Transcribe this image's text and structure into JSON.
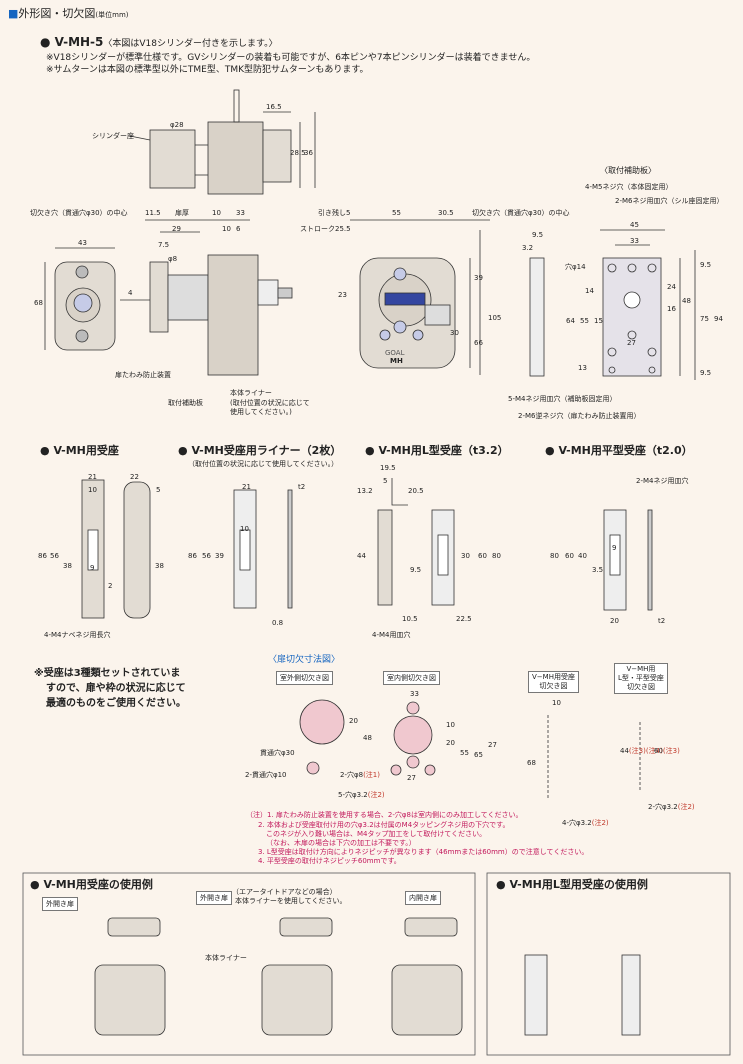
{
  "header": {
    "marker": "■",
    "title": "外形図・切欠図",
    "unit": "(単位mm)"
  },
  "main": {
    "bullet": "●",
    "model": "V-MH-5",
    "model_note": "〈本図はV18シリンダー付きを示します。〉",
    "notes": [
      "※V18シリンダーが標準仕様です。GVシリンダーの装着も可能ですが、6本ピンや7本ピンシリンダーは装着できません。",
      "※サムターンは本図の標準型以外にTME型、TMK型防犯サムターンもあります。"
    ]
  },
  "top_drawing": {
    "cylinder_seat": "シリンダー座",
    "dia28": "φ28",
    "d16_5": "16.5",
    "d28_5": "28.5",
    "d36": "36",
    "cut_hole_left": "切欠き穴（貫通穴φ30）の中心",
    "d11_5": "11.5",
    "door_thick": "扉厚",
    "d10": "10",
    "d33": "33",
    "d43": "43",
    "d68": "68",
    "d29": "29",
    "d10b": "10",
    "d6": "6",
    "d7_5": "7.5",
    "dia8": "φ8",
    "d4": "4",
    "anti_sag": "扉たわみ防止装置",
    "mount_plate": "取付補助板",
    "liner": "本体ライナー",
    "liner_note1": "(取付位置の状況に応じて",
    "liner_note2": "使用してください。)"
  },
  "front_drawing": {
    "pull_allow": "引き残し5",
    "stroke": "ストローク25.5",
    "d55": "55",
    "d30_5": "30.5",
    "cut_hole_right": "切欠き穴（貫通穴φ30）の中心",
    "d23": "23",
    "d39": "39",
    "d105": "105",
    "d30": "30",
    "d66": "66",
    "brand": "GOAL",
    "mh": "MH"
  },
  "plate": {
    "title": "〈取付補助板〉",
    "m5": "4-M5ネジ穴（本体固定用）",
    "m6": "2-M6ネジ用皿穴（シル座固定用）",
    "d45": "45",
    "d33": "33",
    "d9_5": "9.5",
    "d3_2": "3.2",
    "hole14": "穴φ14",
    "d14": "14",
    "d64": "64",
    "d55": "55",
    "d15": "15",
    "d24": "24",
    "d48": "48",
    "d16": "16",
    "d75": "75",
    "d94": "94",
    "d9_5b": "9.5",
    "d27": "27",
    "d13": "13",
    "d9_5c": "9.5",
    "m4": "5-M4ネジ用皿穴（補助板固定用）",
    "m6b": "2-M6逆ネジ穴（扉たわみ防止装置用）"
  },
  "mid": {
    "s1": "V-MH用受座",
    "s2": "V-MH受座用ライナー（2枚）",
    "s2note": "（取付位置の状況に応じて使用してください。）",
    "s3": "V-MH用L型受座（t3.2）",
    "s4": "V-MH用平型受座（t2.0）",
    "r21": "21",
    "r22": "22",
    "r10": "10",
    "r5": "5",
    "r86": "86",
    "r56": "56",
    "r38": "38",
    "r9": "9",
    "r2": "2",
    "r38b": "38",
    "r_m4": "4-M4ナベネジ用長穴",
    "l21": "21",
    "lt2": "t2",
    "l10": "10",
    "l86": "86",
    "l56": "56",
    "l39": "39",
    "l0_8": "0.8",
    "k19_5": "19.5",
    "k13_2": "13.2",
    "k5": "5",
    "k20_5": "20.5",
    "k44": "44",
    "k9_5": "9.5",
    "k30": "30",
    "k60": "60",
    "k80": "80",
    "k10_5": "10.5",
    "k22_5": "22.5",
    "k_m4": "4-M4用皿穴",
    "f_m4": "2-M4ネジ用皿穴",
    "f80": "80",
    "f60": "60",
    "f40": "40",
    "f9": "9",
    "f3_5": "3.5",
    "f20": "20",
    "ft2": "t2"
  },
  "cut": {
    "title": "〈扉切欠寸法図〉",
    "outer": "室外側切欠き図",
    "inner": "室内側切欠き図",
    "vmh1": "V−MH用受座",
    "vmh2": "切欠き図",
    "vmh3": "V−MH用",
    "vmh4": "L型・平型受座",
    "vmh5": "切欠き図",
    "c20": "20",
    "c48": "48",
    "thru30": "貫通穴φ30",
    "thru10": "2-貫通穴φ10",
    "c33": "33",
    "c10": "10",
    "c20b": "20",
    "c55": "55",
    "c65": "65",
    "c27": "27",
    "hole8": "2-穴φ8",
    "n1": "(注1)",
    "hole32": "5-穴φ3.2",
    "n2": "(注2)",
    "c27b": "27",
    "c10c": "10",
    "c68": "68",
    "hole32b": "4-穴φ3.2",
    "n2b": "(注2)",
    "c44": "44",
    "n3": "(注3)",
    "n4": "(注4)",
    "c60": "60",
    "n3b": "(注3)",
    "hole32c": "2-穴φ3.2",
    "n2c": "(注2)"
  },
  "recommend": [
    "※受座は3種類セットされていま",
    "すので、扉や枠の状況に応じて",
    "最適のものをご使用ください。"
  ],
  "footnotes": [
    "（注）1. 扉たわみ防止装置を使用する場合、2-穴φ8は室内側にのみ加工してください。",
    "2. 本体および受座取付け用の穴φ3.2は付属のM4タッピングネジ用の下穴です。",
    "このネジが入り難い場合は、M4タップ加工をして取付けてください。",
    "（なお、木扉の場合は下穴の加工は不要です。）",
    "3. L型受座は取付け方向によりネジピッチが異なります（46mmまたは60mm）ので注意してください。",
    "4. 平型受座の取付けネジピッチ60mmです。"
  ],
  "examples": {
    "left_title": "V-MH用受座の使用例",
    "open_out": "外開き扉",
    "open_out2": "外開き扉",
    "airtight1": "（エアータイトドアなどの場合）",
    "airtight2": "本体ライナーを使用してください。",
    "open_in": "内開き扉",
    "liner": "本体ライナー",
    "right_title": "V-MH用L型用受座の使用例"
  },
  "colors": {
    "accent": "#1565c0",
    "red": "#c0392b",
    "body": "#d9d2c8",
    "line": "#333333"
  }
}
